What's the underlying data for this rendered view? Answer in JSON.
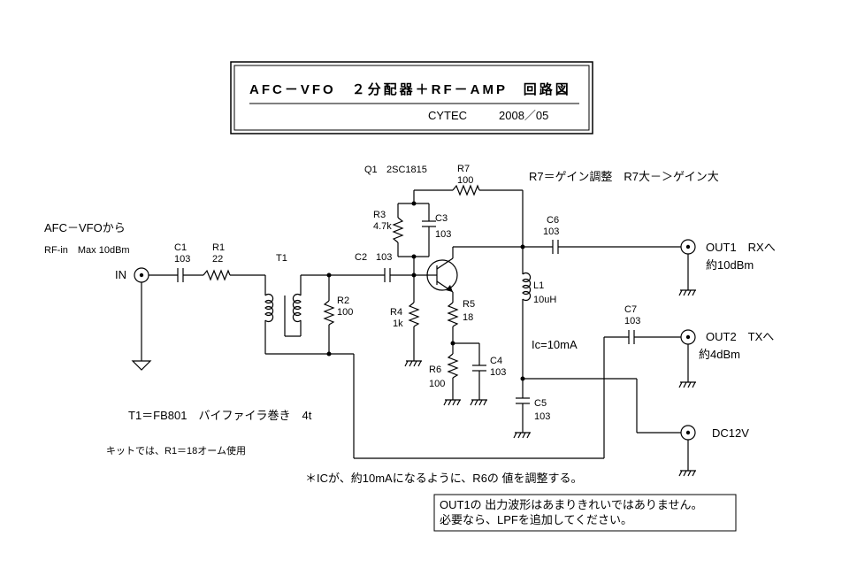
{
  "title": {
    "main": "AFC－VFO　２分配器＋RF－AMP　回路図",
    "company": "CYTEC",
    "date": "2008／05"
  },
  "input": {
    "source": "AFC－VFOから",
    "level": "RF-in　Max 10dBm",
    "label": "IN"
  },
  "components": {
    "c1": {
      "name": "C1",
      "value": "103"
    },
    "r1": {
      "name": "R1",
      "value": "22"
    },
    "t1": {
      "name": "T1"
    },
    "r2": {
      "name": "R2",
      "value": "100"
    },
    "c2": {
      "name": "C2",
      "value": "103"
    },
    "q1": {
      "name": "Q1",
      "value": "2SC1815"
    },
    "r7": {
      "name": "R7",
      "value": "100"
    },
    "r3": {
      "name": "R3",
      "value": "4.7k"
    },
    "c3": {
      "name": "C3",
      "value": "103"
    },
    "r4": {
      "name": "R4",
      "value": "1k"
    },
    "r5": {
      "name": "R5",
      "value": "18"
    },
    "r6": {
      "name": "R6",
      "value": "100"
    },
    "c4": {
      "name": "C4",
      "value": "103"
    },
    "c6": {
      "name": "C6",
      "value": "103"
    },
    "l1": {
      "name": "L1",
      "value": "10uH"
    },
    "c7": {
      "name": "C7",
      "value": "103"
    },
    "c5": {
      "name": "C5",
      "value": "103"
    }
  },
  "outputs": {
    "out1": {
      "label": "OUT1　RXへ",
      "level": "約10dBm"
    },
    "out2": {
      "label": "OUT2　TXへ",
      "level": "約4dBm"
    },
    "dc": {
      "label": "DC12V"
    }
  },
  "notes": {
    "r7_gain": "R7＝ゲイン調整　R7大－＞ゲイン大",
    "ic": "Ic=10mA",
    "t1_spec": "T1＝FB801　バイファイラ巻き　4t",
    "kit": "キットでは、R1＝18オーム使用",
    "ic_adjust": "＊ICが、約10mAになるように、R6の 値を調整する。",
    "waveform_line1": "OUT1の 出力波形はあまりきれいではありません。",
    "waveform_line2": "必要なら、LPFを追加してください。"
  }
}
